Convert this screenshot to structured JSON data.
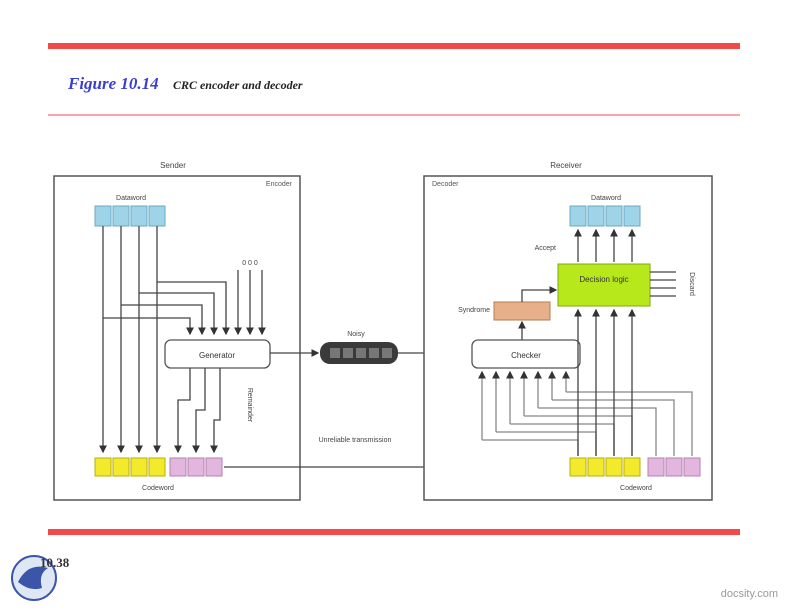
{
  "figure": {
    "label": "Figure 10.14",
    "caption": "CRC encoder and decoder"
  },
  "sender": {
    "title": "Sender",
    "encoder_label": "Encoder",
    "dataword_label": "Dataword",
    "generator_label": "Generator",
    "remainder_label": "Remainder",
    "codeword_label": "Codeword",
    "zero_bits": "0 0 0"
  },
  "receiver": {
    "title": "Receiver",
    "decoder_label": "Decoder",
    "dataword_label": "Dataword",
    "checker_label": "Checker",
    "syndrome_label": "Syndrome",
    "decision_logic_label": "Decision logic",
    "accept_label": "Accept",
    "discard_label": "Discard",
    "codeword_label": "Codeword"
  },
  "channel": {
    "noisy_label": "Noisy",
    "unreliable_label": "Unreliable transmission"
  },
  "footer": {
    "page_number": "10.38",
    "watermark": "docsity.com"
  },
  "colors": {
    "accent_rule": "#f04a4a",
    "dataword_fill": "#9fd3e8",
    "codeword_data_fill": "#f2ea2a",
    "codeword_check_fill": "#e3b6df",
    "syndrome_fill": "#e8b08a",
    "decision_fill": "#b6e81c",
    "channel_fill": "#3a3a3a"
  }
}
